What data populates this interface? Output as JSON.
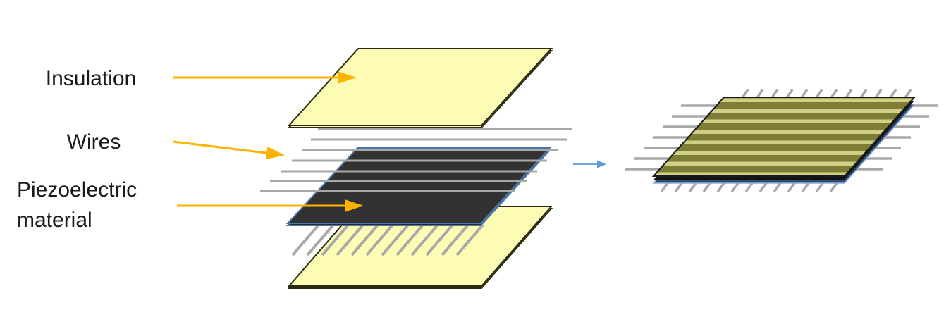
{
  "diagram": {
    "kind": "exploded-assembly-diagram",
    "subject": "piezoelectric sensor layer stack",
    "labels": [
      {
        "id": "insulation",
        "text": "Insulation"
      },
      {
        "id": "wires",
        "text": "Wires"
      },
      {
        "id": "piezo",
        "text": "Piezoelectric material",
        "line1": "Piezoelectric",
        "line2": "material"
      }
    ],
    "colors": {
      "background": "#FFFFFF",
      "text": "#1A1A1A",
      "insulation_fill": "#FCFCB5",
      "insulation_edge": "#2B2B10",
      "piezo_fill": "#323232",
      "piezo_edge": "#4B77A9",
      "wire": "#A8A8A8",
      "label_arrow": "#FFB300",
      "transform_arrow": "#5B9BD5",
      "assembled_face": "#7D7D35",
      "assembled_stripe": "#CFCF85",
      "assembled_black_layer": "#141414",
      "assembled_blue_layer": "#2E4B79"
    },
    "views": {
      "left": "exploded stack: insulation / wires / piezoelectric material / wires / insulation",
      "right": "assembled sensor plate with wires protruding"
    }
  }
}
